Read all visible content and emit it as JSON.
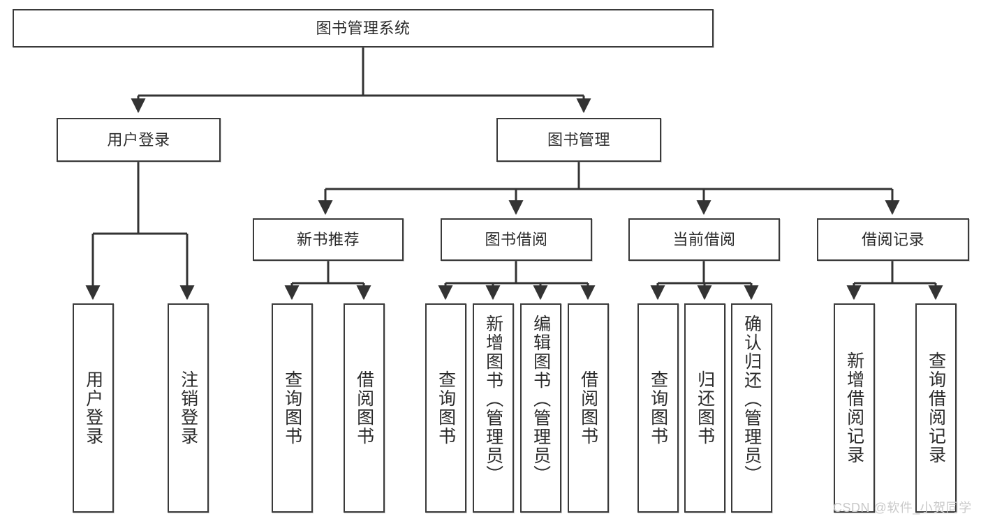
{
  "diagram": {
    "title": "图书管理系统",
    "type": "tree",
    "watermark": "CSDN @软件_小贺同学",
    "colors": {
      "box_border": "#3a3a3a",
      "box_fill": "#ffffff",
      "edge": "#333333",
      "text": "#2b2b2b",
      "watermark": "#c9c9c9"
    },
    "nodes": {
      "root": {
        "label": "图书管理系统"
      },
      "level2": [
        {
          "label": "用户登录"
        },
        {
          "label": "图书管理"
        }
      ],
      "level3": [
        {
          "label": "新书推荐"
        },
        {
          "label": "图书借阅"
        },
        {
          "label": "当前借阅"
        },
        {
          "label": "借阅记录"
        }
      ],
      "leaves": {
        "user_login": [
          {
            "label": "用户登录"
          },
          {
            "label": "注销登录"
          }
        ],
        "new_book_recommend": [
          {
            "label": "查询图书"
          },
          {
            "label": "借阅图书"
          }
        ],
        "book_borrow": [
          {
            "label": "查询图书"
          },
          {
            "label": "新增图书（管理员）"
          },
          {
            "label": "编辑图书（管理员）"
          },
          {
            "label": "借阅图书"
          }
        ],
        "current_borrow": [
          {
            "label": "查询图书"
          },
          {
            "label": "归还图书"
          },
          {
            "label": "确认归还（管理员）"
          }
        ],
        "borrow_record": [
          {
            "label": "新增借阅记录"
          },
          {
            "label": "查询借阅记录"
          }
        ]
      }
    }
  }
}
